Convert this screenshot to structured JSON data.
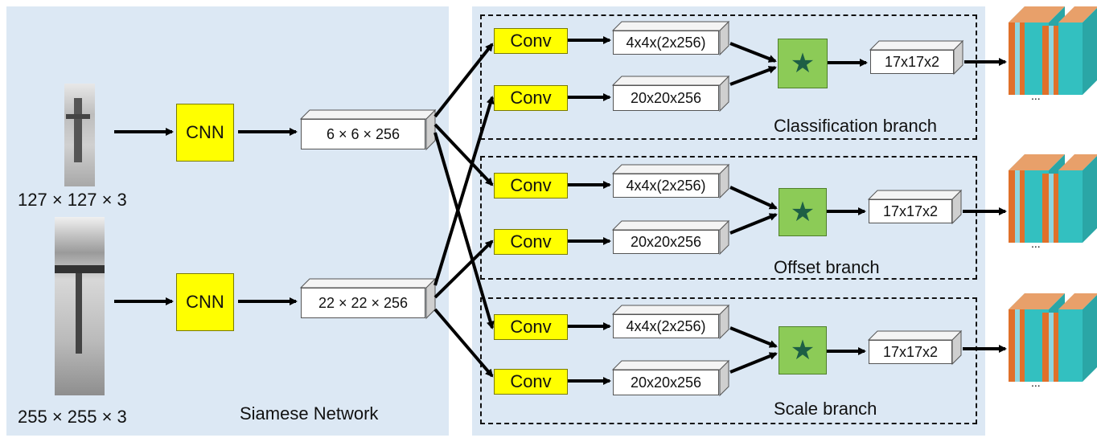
{
  "siamese": {
    "template_dims": "127 × 127 × 3",
    "search_dims": "255 × 255 × 3",
    "cnn_label": "CNN",
    "template_feature": "6 × 6 × 256",
    "search_feature": "22 × 22 × 256",
    "network_label": "Siamese Network"
  },
  "branches": [
    {
      "name": "Classification branch",
      "conv_label": "Conv",
      "kernel_dims": "4x4x(2x256)",
      "search_dims": "20x20x256",
      "output_dims": "17x17x2"
    },
    {
      "name": "Offset branch",
      "conv_label": "Conv",
      "kernel_dims": "4x4x(2x256)",
      "search_dims": "20x20x256",
      "output_dims": "17x17x2"
    },
    {
      "name": "Scale branch",
      "conv_label": "Conv",
      "kernel_dims": "4x4x(2x256)",
      "search_dims": "20x20x256",
      "output_dims": "17x17x2"
    }
  ],
  "icons": {
    "xcorr": "star-icon",
    "output_maps": "feature-map-stack-icon"
  },
  "colors": {
    "panel_bg": "#dce8f4",
    "cnn_fill": "#ffff00",
    "xcorr_fill": "#8ccb57",
    "map_teal": "#33c0c0",
    "map_orange": "#e0702a"
  }
}
